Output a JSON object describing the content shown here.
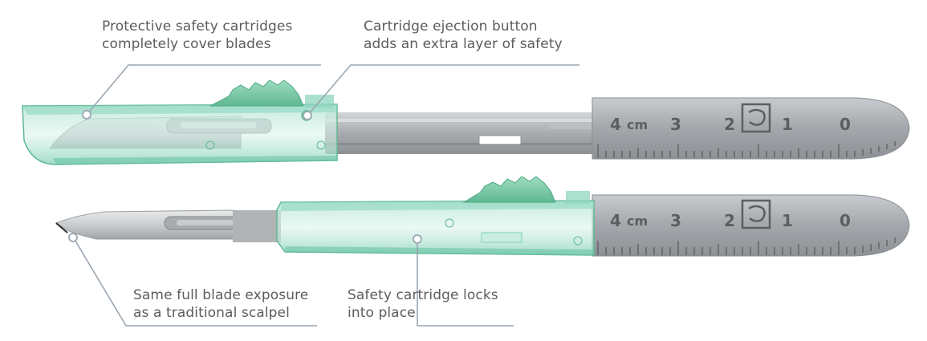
{
  "callouts": {
    "cartridges": {
      "line1": "Protective safety cartridges",
      "line2": "completely cover blades"
    },
    "ejection": {
      "line1": "Cartridge ejection button",
      "line2": "adds an extra layer of safety"
    },
    "exposure": {
      "line1": "Same full blade exposure",
      "line2": "as a traditional scalpel"
    },
    "locks": {
      "line1": "Safety cartridge locks",
      "line2": "into place"
    }
  },
  "ruler": {
    "n4": "4",
    "unit": "cm",
    "n3": "3",
    "n2": "2",
    "n1": "1",
    "n0": "0"
  },
  "colors": {
    "text": "#5c5c5c",
    "leader": "#9aa6b2",
    "cartridge": "#7fd0b4",
    "thumb_grip": "#7cc9a6",
    "handle_metal": "#a9adb0",
    "ruler_text": "#5b5f62"
  }
}
